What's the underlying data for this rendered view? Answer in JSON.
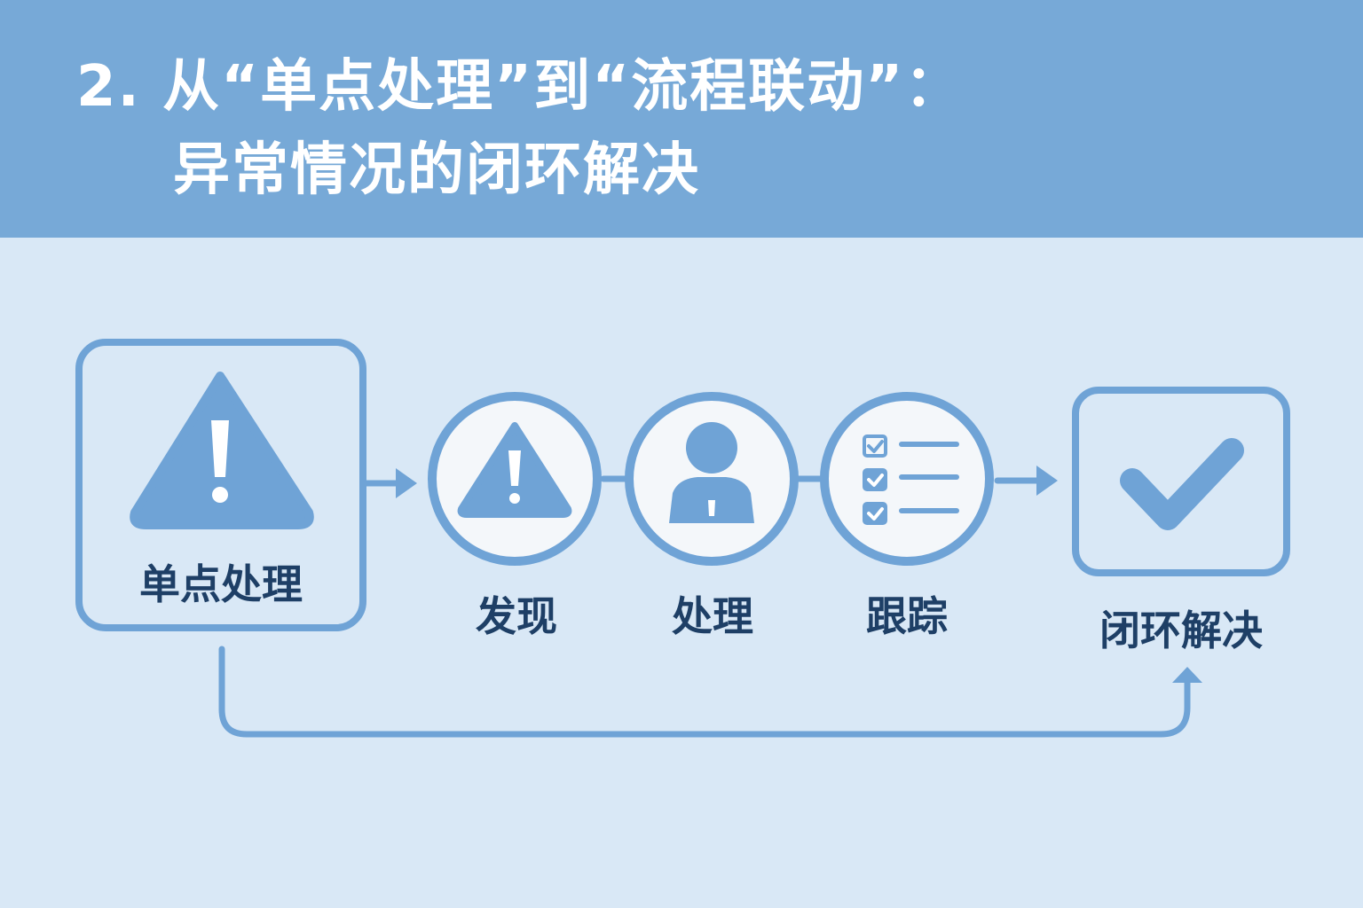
{
  "header": {
    "title_line1": "2. 从“单点处理”到“流程联动”：",
    "title_line2": "异常情况的闭环解决"
  },
  "nodes": {
    "single": {
      "label": "单点处理",
      "icon": "warning-icon"
    },
    "discover": {
      "label": "发现",
      "icon": "warning-icon"
    },
    "handle": {
      "label": "处理",
      "icon": "person-icon"
    },
    "track": {
      "label": "跟踪",
      "icon": "checklist-icon"
    },
    "closed": {
      "label": "闭环解决",
      "icon": "checkmark-icon"
    }
  },
  "colors": {
    "header_bg": "#77a9d7",
    "page_bg": "#d9e8f6",
    "accent": "#6fa3d6",
    "circle_fill": "#f4f7fa",
    "label_text": "#1e3f66",
    "title_text": "#ffffff"
  }
}
